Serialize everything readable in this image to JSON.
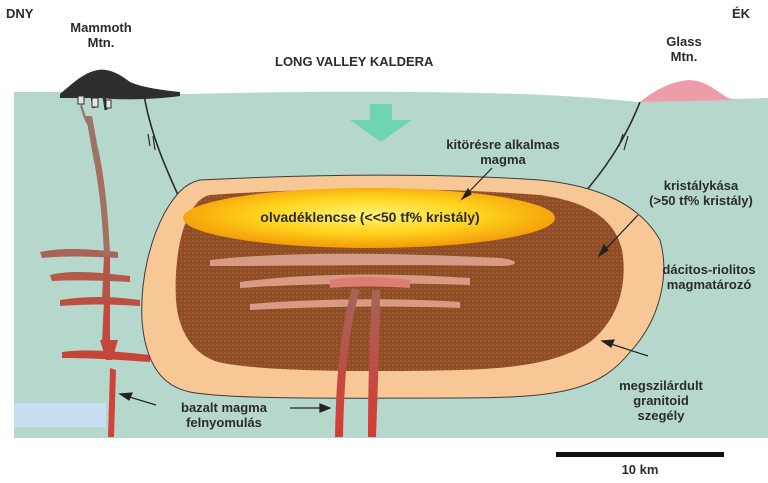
{
  "labels": {
    "direction_left": "DNY",
    "direction_right": "ÉK",
    "mammoth_line1": "Mammoth",
    "mammoth_line2": "Mtn.",
    "glass_line1": "Glass",
    "glass_line2": "Mtn.",
    "caldera": "LONG VALLEY KALDERA",
    "eruptible_line1": "kitörésre alkalmas",
    "eruptible_line2": "magma",
    "crystal_mush_line1": "kristálykása",
    "crystal_mush_line2": "(>50 tf% kristály)",
    "melt_lens": "olvadéklencse (<<50 tf% kristály)",
    "reservoir_line1": "dácitos-riolitos",
    "reservoir_line2": "magmatározó",
    "rim_line1": "megszilárdult",
    "rim_line2": "granitoid",
    "rim_line3": "szegély",
    "basalt_line1": "bazalt magma",
    "basalt_line2": "felnyomulás",
    "scale": "10 km"
  },
  "colors": {
    "crust": "#b6d8cc",
    "rim": "#f7c896",
    "mush": "#8f4d26",
    "melt_lens_edge": "#f5a30a",
    "melt_lens_center": "#fff070",
    "basalt": "#d0443c",
    "mammoth_rock": "#2e2e2e",
    "glass_dome": "#ee9ca8",
    "arrow": "#6fd4b0"
  }
}
